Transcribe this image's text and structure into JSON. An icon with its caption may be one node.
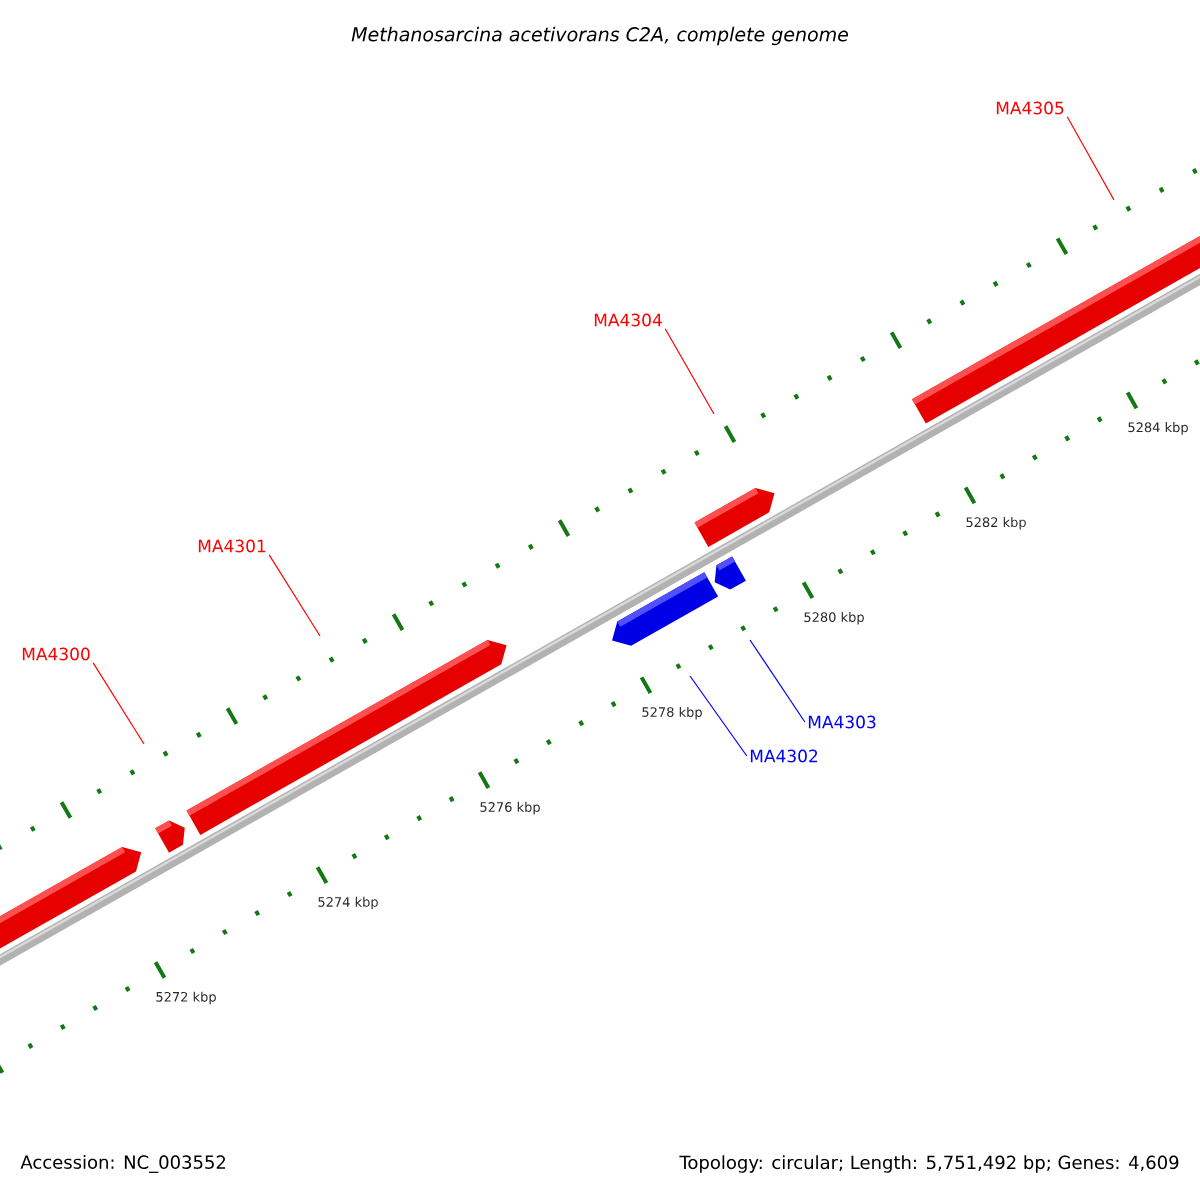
{
  "diagram": {
    "title": "Methanosarcina acetivorans C2A, complete genome",
    "nodes": [
      {
        "text": [
          "MA4300"
        ]
      },
      {
        "text": [
          "MA4301"
        ]
      },
      {
        "text": [
          "MA4304"
        ]
      },
      {
        "text": [
          "MA4305"
        ]
      },
      {
        "text": [
          "MA4302"
        ]
      },
      {
        "text": [
          "MA4303"
        ]
      }
    ],
    "edges": [
      {
        "from": 0,
        "to": null,
        "arrow": "none"
      },
      {
        "from": 1,
        "to": null,
        "arrow": "none"
      },
      {
        "from": 2,
        "to": null,
        "arrow": "none"
      },
      {
        "from": 3,
        "to": null,
        "arrow": "none"
      },
      {
        "from": 4,
        "to": null,
        "arrow": "none",
        "color": "#0000ff"
      },
      {
        "from": 5,
        "to": null,
        "arrow": "none",
        "color": "#0000ff"
      }
    ],
    "labels": [
      "5272 kbp",
      "5274 kbp",
      "5276 kbp",
      "5278 kbp",
      "5280 kbp",
      "5282 kbp",
      "5284 kbp",
      "Accession: NC_003552",
      "Topology: circular; Length: 5,751,492 bp; Genes: 4,609"
    ]
  }
}
